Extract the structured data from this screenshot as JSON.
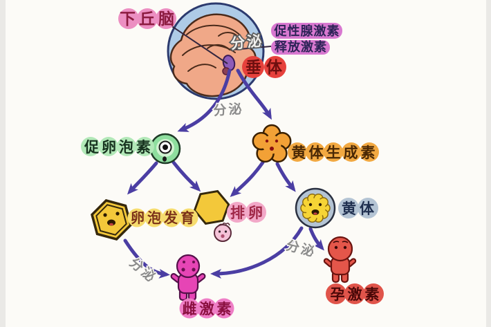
{
  "colors": {
    "bg": "#fcfbf7",
    "arrow": "#4b3ea3",
    "pointer_line": "#33263f",
    "skull_fill": "#aecbe7",
    "skull_stroke": "#2c3a6e",
    "brain_fill": "#f0a888",
    "brain_stroke": "#4a2a1a",
    "pituitary_gland": "#8d5cb8",
    "hypothalamus_bubble": "#ec8fc2",
    "hypothalamus_text": "#8c1b40",
    "gnrh_bg": "#d878d0",
    "gnrh_text": "#2d2357",
    "pituitary_bubble": "#e6413c",
    "pituitary_text": "#6e0f0f",
    "secrete_text": "#8b8b8b",
    "fsh_bubble": "#b2e8b8",
    "fsh_text": "#17321f",
    "fsh_body": "#8ede9e",
    "fsh_body_inner": "#d2f3d2",
    "lh_bubble": "#f2a942",
    "lh_text": "#4a2805",
    "lh_body": "#f2a136",
    "hex_fill": "#f3c83a",
    "hex_stroke": "#35280c",
    "follicle_bubble": "#f6dc6e",
    "follicle_text": "#7a3018",
    "ovulation_bubble": "#f2a8c8",
    "ovulation_text": "#a02848",
    "ovum_fill": "#f5c3d8",
    "luteum_ring": "#b4c4d4",
    "luteum_core": "#f6d435",
    "luteum_text": "#1f2f4f",
    "estrogen_bubble": "#ee7ec6",
    "estrogen_text": "#8b1040",
    "estrogen_body": "#e645b5",
    "progesterone_bubble": "#e0544a",
    "progesterone_text": "#4a0808",
    "progesterone_body": "#e4564a"
  },
  "labels": {
    "hypothalamus": "下丘脑",
    "gnrh_line1": "促性腺激素",
    "gnrh_line2": "释放激素",
    "pituitary": "垂体",
    "secrete": "分泌",
    "fsh": "促卵泡素",
    "lh": "黄体生成素",
    "follicle_development": "卵泡发育",
    "ovulation": "排卵",
    "corpus_luteum": "黄体",
    "estrogen": "雌激素",
    "progesterone": "孕激素"
  }
}
